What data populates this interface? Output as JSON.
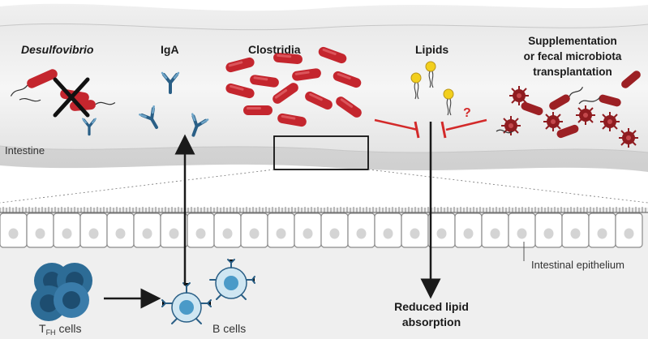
{
  "labels": {
    "desulfovibrio": "Desulfovibrio",
    "iga": "IgA",
    "clostridia": "Clostridia",
    "lipids": "Lipids",
    "supplementation_line1": "Supplementation",
    "supplementation_line2": "or fecal microbiota",
    "supplementation_line3": "transplantation",
    "intestine": "Intestine",
    "question_mark": "?",
    "tfh_main": "T",
    "tfh_sub": "FH",
    "tfh_suffix": " cells",
    "b_cells": "B cells",
    "intestinal_epithelium": "Intestinal epithelium",
    "reduced_line1": "Reduced lipid",
    "reduced_line2": "absorption"
  },
  "colors": {
    "bacteria_red": "#c4262e",
    "antibody_blue": "#2a5f86",
    "lipid_yellow": "#f2cf1d",
    "tcell_blue": "#2d6c96",
    "bcell_light": "#cfe6f2",
    "inhibit_red": "#d32a2a"
  },
  "icons": {
    "cross": "x-mark-icon",
    "antibody": "y-antibody-icon",
    "inhibit": "t-bar-inhibition-icon"
  }
}
